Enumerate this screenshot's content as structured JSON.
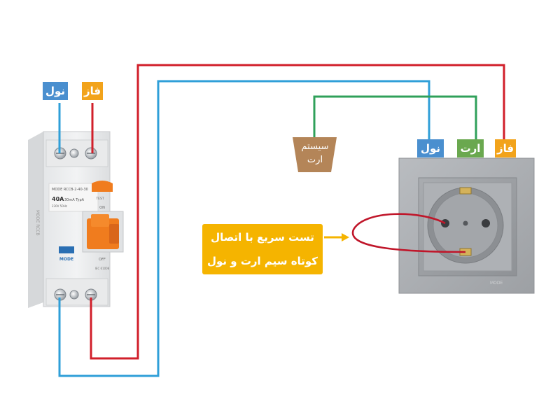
{
  "labels": {
    "breaker_neutral": "نول",
    "breaker_phase": "فاز",
    "outlet_neutral": "نول",
    "outlet_earth": "ارت",
    "outlet_phase": "فاز"
  },
  "earth_system": {
    "line1": "سیستم",
    "line2": "ارت"
  },
  "note": {
    "line1": "تست سریع با اتصال",
    "line2": "کوتاه سیم ارت و نول"
  },
  "device_markings": {
    "brand": "MODE",
    "rating": "40A",
    "test_label": "TEST",
    "on_label": "ON",
    "off_label": "OFF",
    "socket_brand": "MODE"
  },
  "colors": {
    "neutral_blue": "#4a8fcf",
    "phase_orange": "#f2a31b",
    "earth_green": "#6aa84f",
    "ground_brown": "#b48558",
    "note_yellow": "#f5b400",
    "phase_wire": "#d11f2a",
    "neutral_wire": "#2f9fd8",
    "earth_wire": "#2fa05a"
  }
}
